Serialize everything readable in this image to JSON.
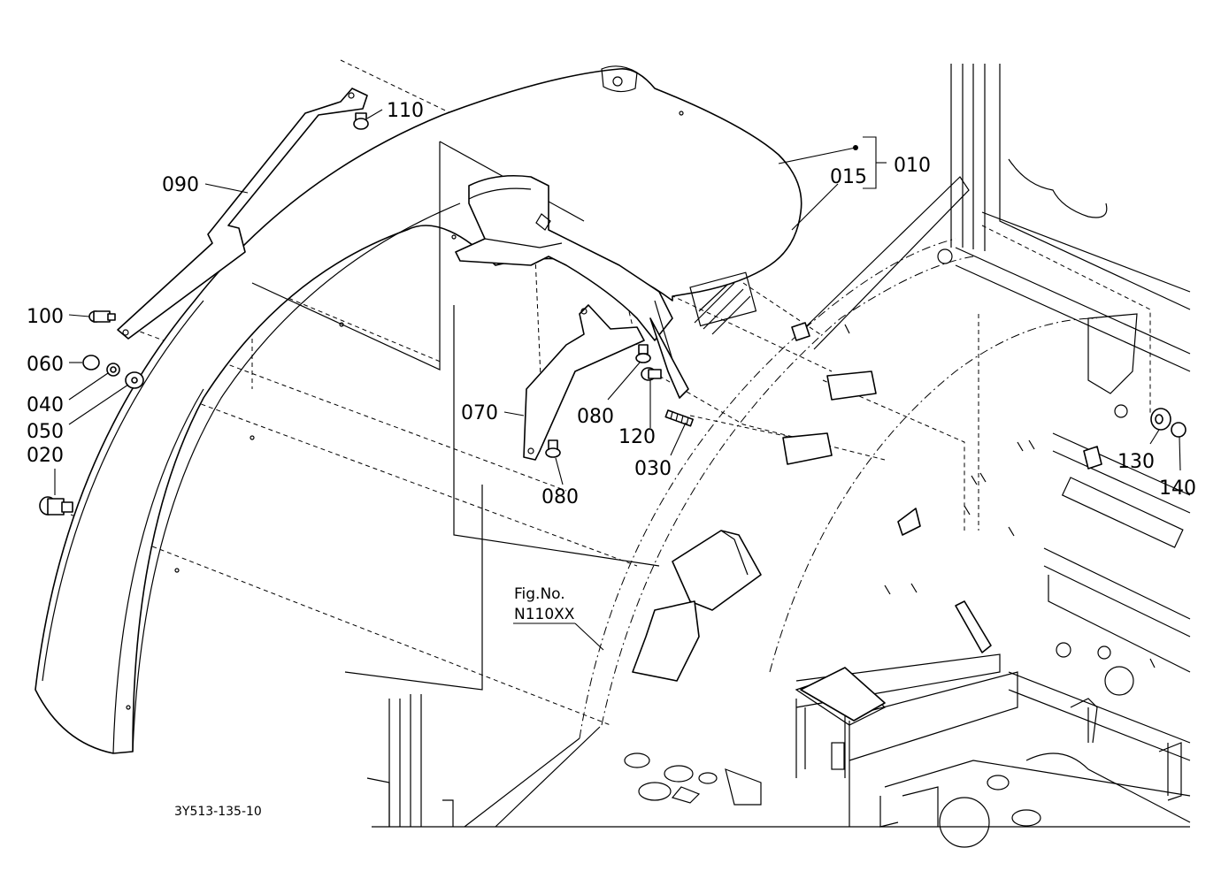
{
  "drawing": {
    "code": "3Y513-135-10",
    "figure_ref": {
      "line1": "Fig.No.",
      "line2": "N110XX"
    }
  },
  "parts": [
    {
      "id": "p010",
      "label": "010"
    },
    {
      "id": "p015",
      "label": "015"
    },
    {
      "id": "p020",
      "label": "020"
    },
    {
      "id": "p030",
      "label": "030"
    },
    {
      "id": "p040",
      "label": "040"
    },
    {
      "id": "p050",
      "label": "050"
    },
    {
      "id": "p060",
      "label": "060"
    },
    {
      "id": "p070",
      "label": "070"
    },
    {
      "id": "p080a",
      "label": "080"
    },
    {
      "id": "p080b",
      "label": "080"
    },
    {
      "id": "p090",
      "label": "090"
    },
    {
      "id": "p100",
      "label": "100"
    },
    {
      "id": "p110",
      "label": "110"
    },
    {
      "id": "p120",
      "label": "120"
    },
    {
      "id": "p130",
      "label": "130"
    },
    {
      "id": "p140",
      "label": "140"
    }
  ]
}
